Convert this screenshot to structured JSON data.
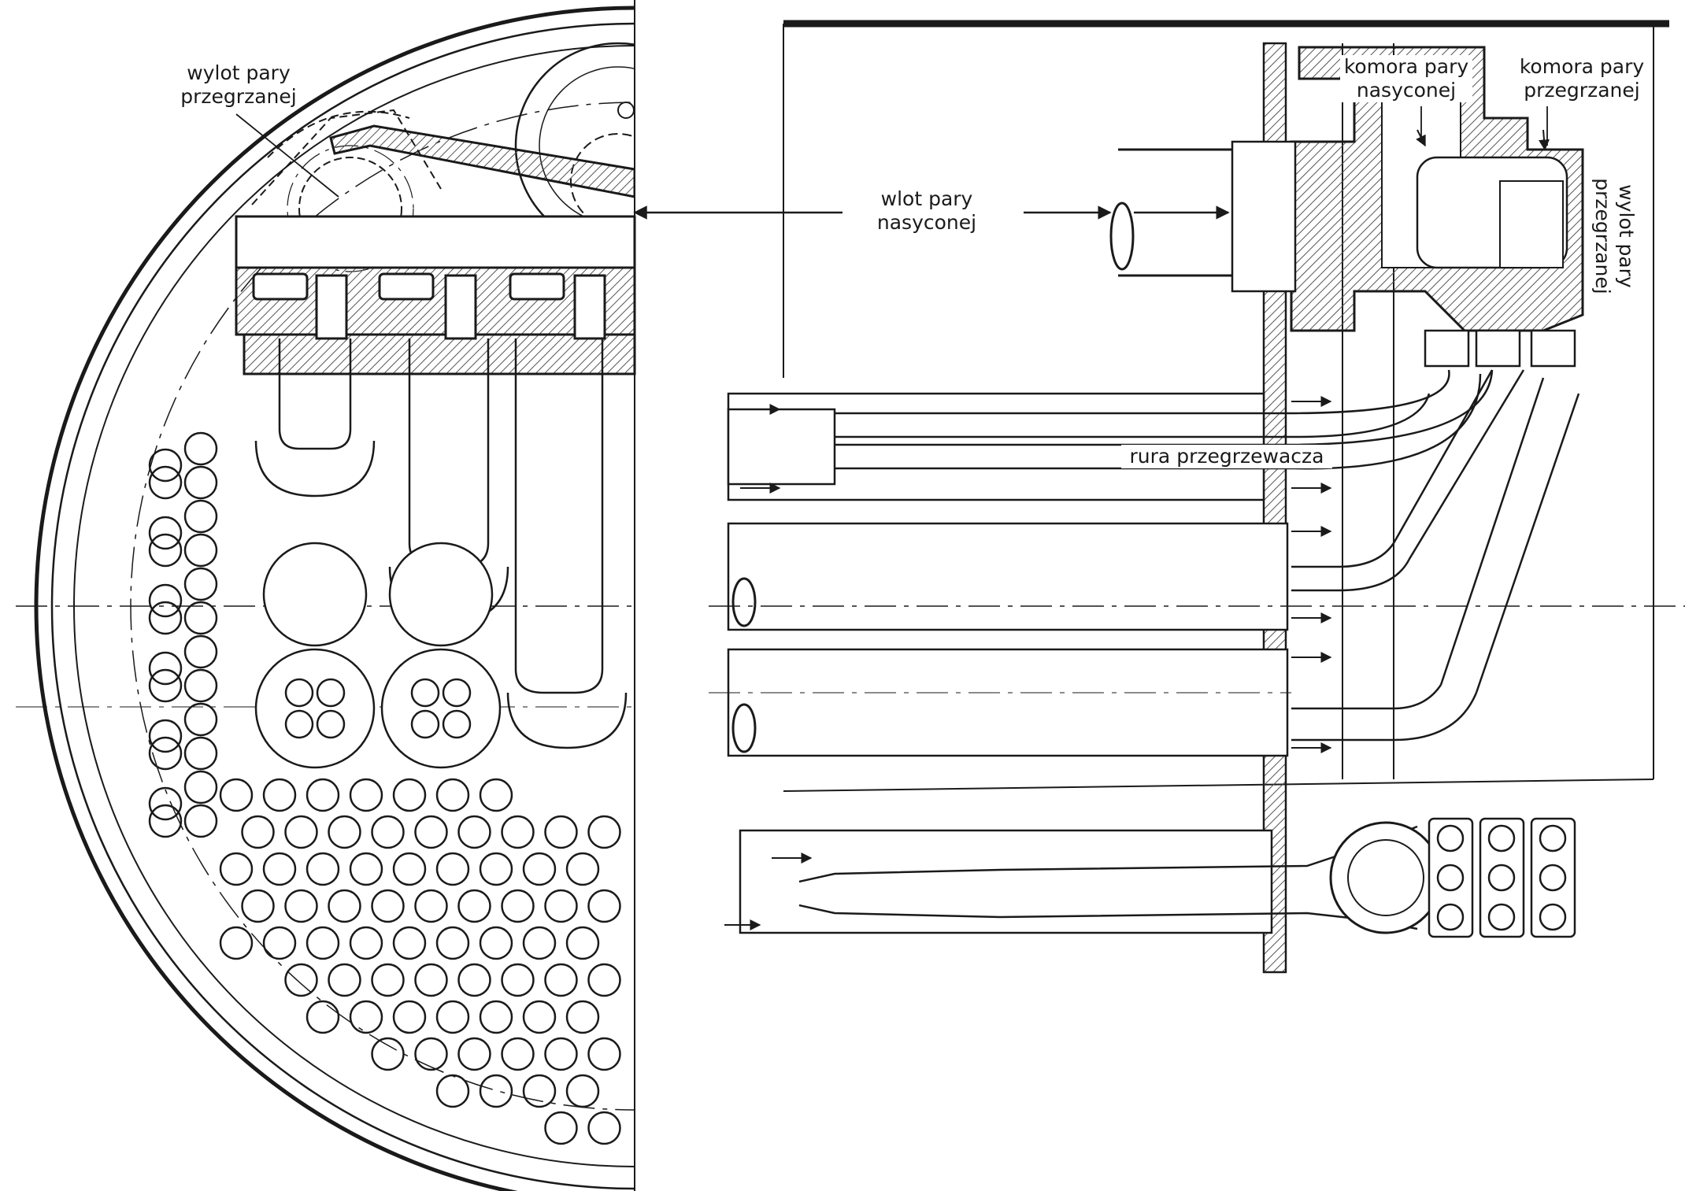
{
  "labels": {
    "superheated_outlet_left": {
      "line1": "wylot pary",
      "line2": "przegrzanej"
    },
    "saturated_inlet": {
      "line1": "wlot pary",
      "line2": "nasyconej"
    },
    "saturated_chamber": {
      "line1": "komora pary",
      "line2": "nasyconej"
    },
    "superheated_chamber": {
      "line1": "komora pary",
      "line2": "przegrzanej"
    },
    "superheated_outlet_right": {
      "line1": "wylot pary",
      "line2": "przegrzanej"
    },
    "superheater_tube": "rura przegrzewacza"
  },
  "colors": {
    "ink": "#1a1a1a",
    "paper": "#ffffff",
    "hatch": "#555555"
  }
}
